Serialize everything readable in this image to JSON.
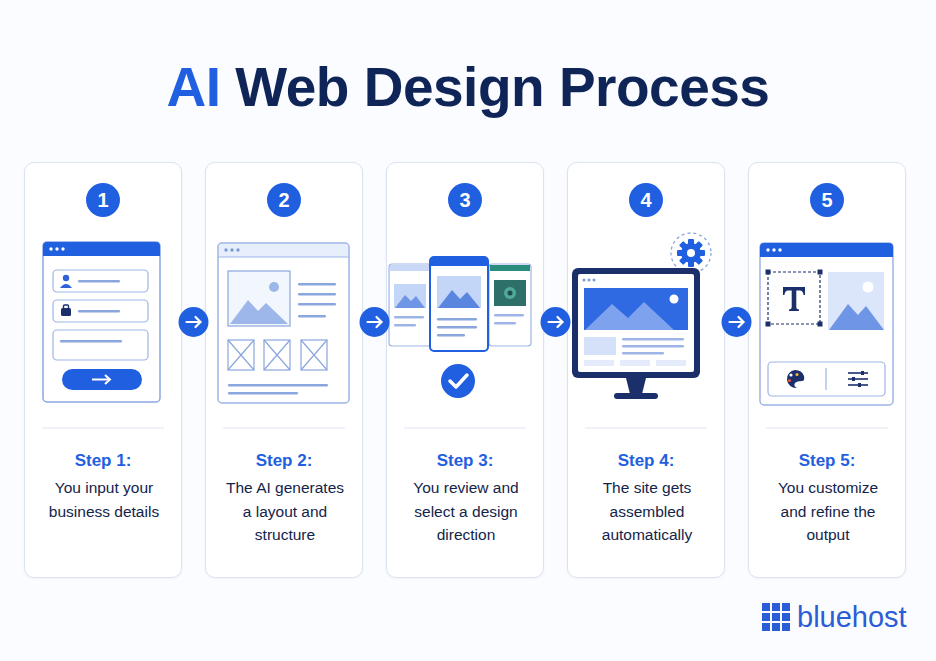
{
  "diagram": {
    "title": "AI Web Design Process",
    "nodes": [
      {
        "text": [
          "Step 1:",
          "You input your business details"
        ]
      },
      {
        "text": [
          "1"
        ],
        "in": 0
      },
      {
        "text": [
          "Step 2:",
          "The AI generates a layout and structure"
        ]
      },
      {
        "text": [
          "2"
        ],
        "in": 2
      },
      {
        "text": [
          "Step 3:",
          "You review and select a design direction"
        ]
      },
      {
        "text": [
          "3"
        ],
        "in": 4
      },
      {
        "text": [
          "Step 4:",
          "The site gets assembled automatically"
        ]
      },
      {
        "text": [
          "4"
        ],
        "in": 6
      },
      {
        "text": [
          "Step 5:",
          "You customize and refine the output"
        ]
      },
      {
        "text": [
          "5"
        ],
        "in": 8
      }
    ],
    "edges": [
      {
        "from": 0,
        "to": 2,
        "arrow": "to"
      },
      {
        "from": 2,
        "to": 4,
        "arrow": "to"
      },
      {
        "from": 4,
        "to": 6,
        "arrow": "to"
      },
      {
        "from": 6,
        "to": 8,
        "arrow": "to"
      }
    ],
    "labels": [
      "bluehost"
    ]
  }
}
